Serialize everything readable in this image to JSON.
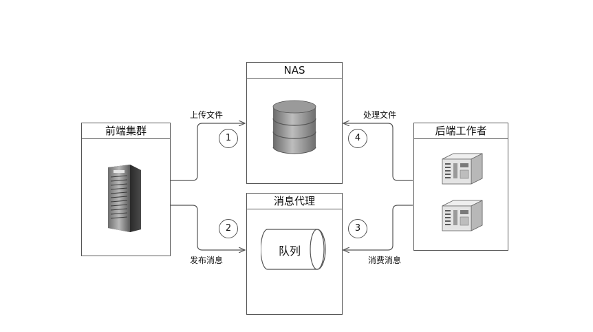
{
  "nodes": {
    "frontend": {
      "title": "前端集群"
    },
    "nas": {
      "title": "NAS"
    },
    "broker": {
      "title": "消息代理",
      "queue_label": "队列"
    },
    "backend": {
      "title": "后端工作者"
    }
  },
  "edges": {
    "upload": {
      "label": "上传文件",
      "step": "1"
    },
    "publish": {
      "label": "发布消息",
      "step": "2"
    },
    "consume": {
      "label": "消费消息",
      "step": "3"
    },
    "process": {
      "label": "处理文件",
      "step": "4"
    }
  },
  "icons": {
    "frontend": "server-tower-icon",
    "nas": "database-icon",
    "broker": "queue-cylinder-icon",
    "backend": "server-unit-icon"
  }
}
